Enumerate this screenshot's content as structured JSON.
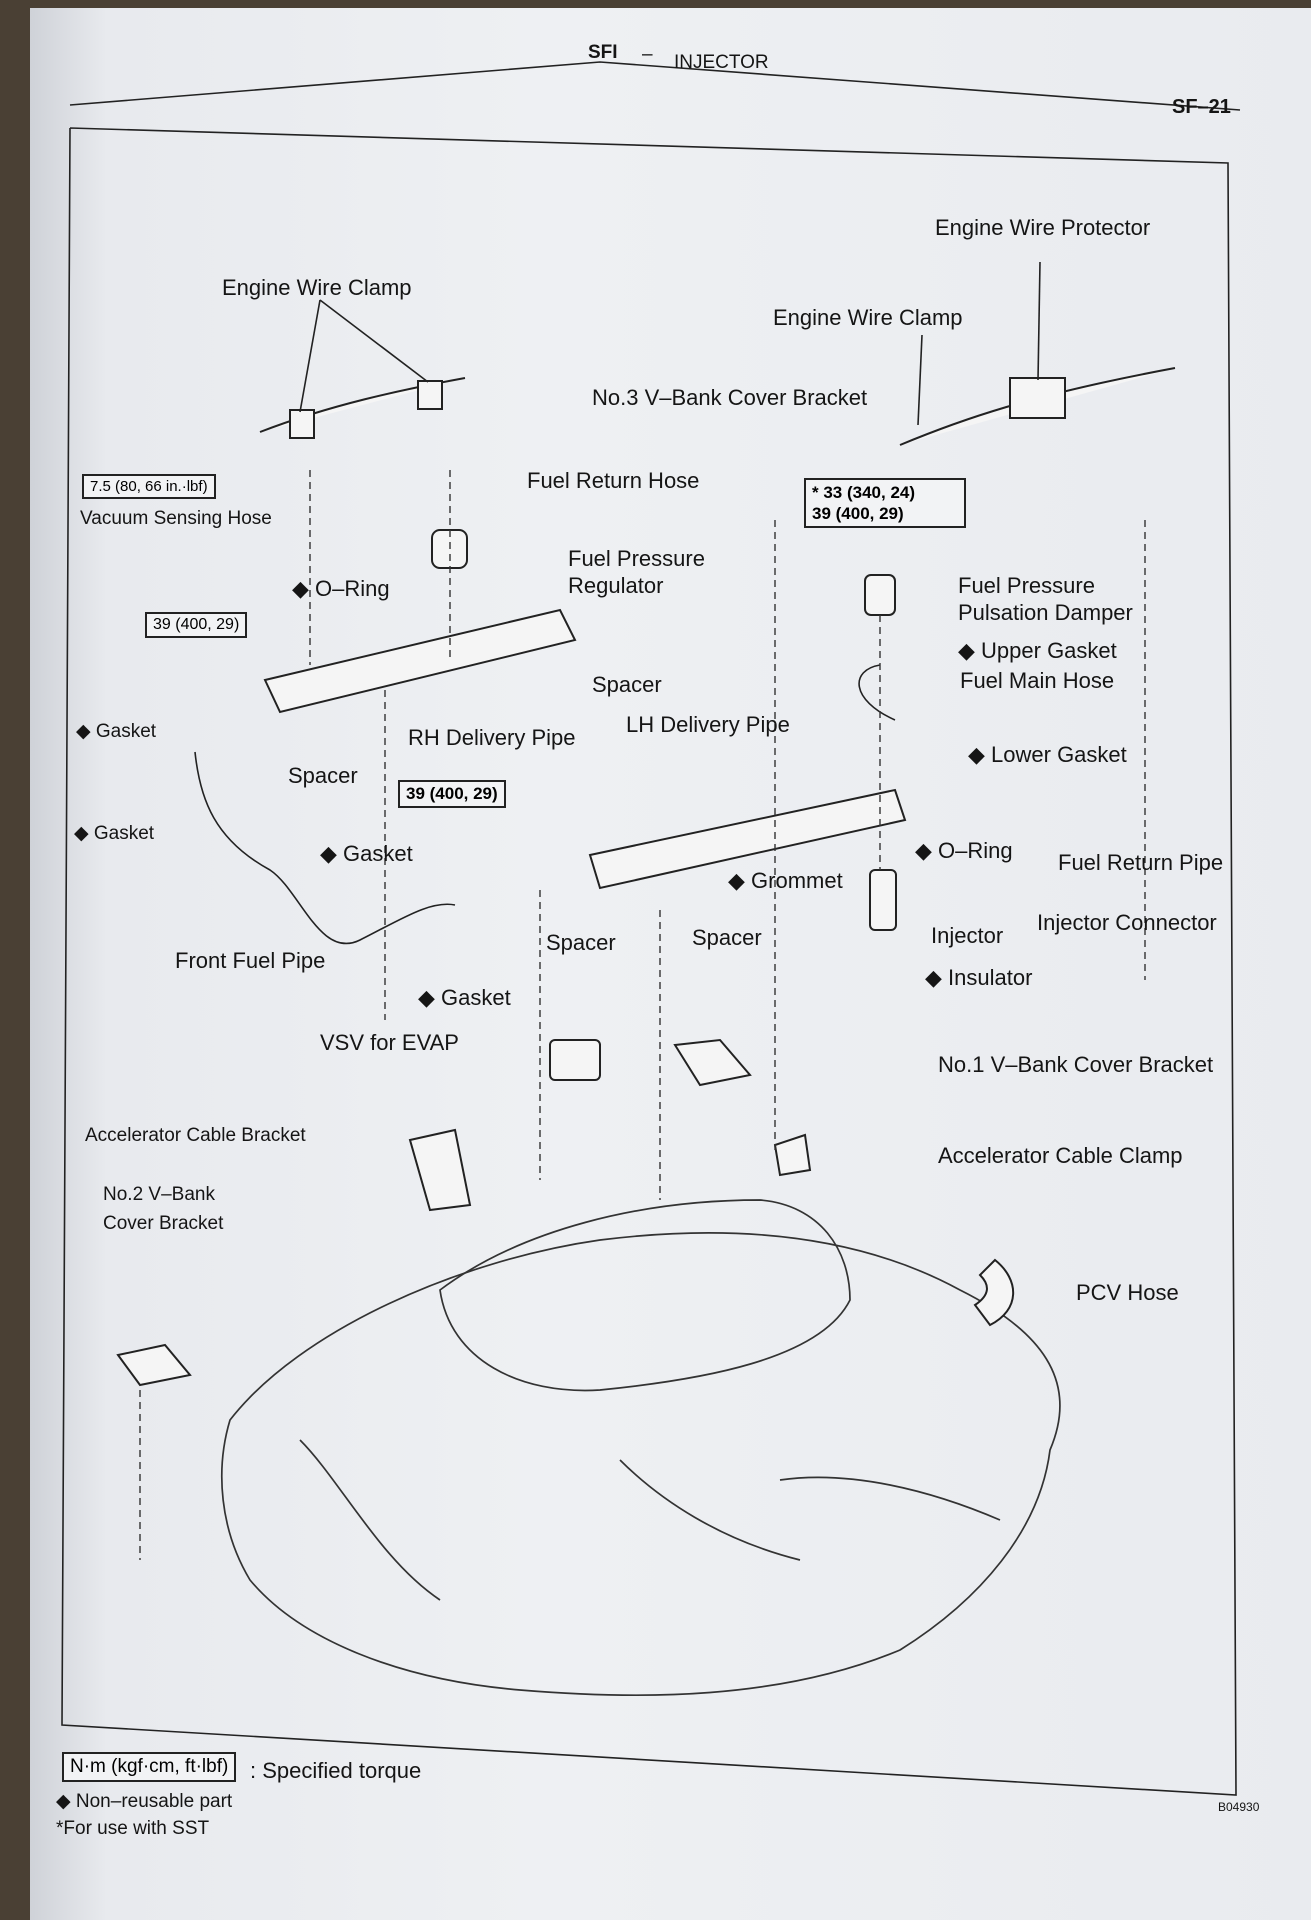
{
  "header": {
    "section": "SFI",
    "separator": "–",
    "topic": "INJECTOR",
    "page_number": "SF–21"
  },
  "labels": {
    "engine_wire_protector": "Engine Wire Protector",
    "engine_wire_clamp_left": "Engine Wire Clamp",
    "engine_wire_clamp_right": "Engine Wire Clamp",
    "no3_vbank_cover_bracket": "No.3 V–Bank Cover Bracket",
    "fuel_return_hose": "Fuel Return Hose",
    "vacuum_sensing_hose": "Vacuum Sensing Hose",
    "fuel_pressure_regulator": "Fuel Pressure\nRegulator",
    "o_ring_upper": "◆ O–Ring",
    "fuel_pressure_pulsation_damper": "Fuel Pressure\nPulsation Damper",
    "upper_gasket": "◆ Upper Gasket",
    "fuel_main_hose": "Fuel Main Hose",
    "spacer_upper": "Spacer",
    "lh_delivery_pipe": "LH Delivery Pipe",
    "rh_delivery_pipe": "RH Delivery Pipe",
    "gasket_left_1": "◆ Gasket",
    "spacer_left": "Spacer",
    "lower_gasket": "◆ Lower Gasket",
    "gasket_left_2": "◆ Gasket",
    "gasket_mid": "◆ Gasket",
    "o_ring_lower": "◆ O–Ring",
    "fuel_return_pipe": "Fuel Return Pipe",
    "grommet": "◆ Grommet",
    "injector_connector": "Injector Connector",
    "front_fuel_pipe": "Front Fuel Pipe",
    "spacer_lower_1": "Spacer",
    "spacer_lower_2": "Spacer",
    "injector": "Injector",
    "insulator": "◆ Insulator",
    "gasket_lower": "◆ Gasket",
    "vsv_for_evap": "VSV for EVAP",
    "no1_vbank_cover_bracket": "No.1 V–Bank Cover Bracket",
    "accelerator_cable_bracket": "Accelerator Cable Bracket",
    "accelerator_cable_clamp": "Accelerator Cable Clamp",
    "no2_vbank_cover_bracket": "No.2 V–Bank\nCover Bracket",
    "pcv_hose": "PCV Hose"
  },
  "torque_specs": {
    "vacuum_bolt": "7.5 (80, 66 in.·lbf)",
    "damper_line1": "* 33 (340, 24)",
    "damper_line2": "39 (400, 29)",
    "rh_pipe_bolt": "39 (400, 29)",
    "front_pipe_bolt": "39 (400, 29)"
  },
  "legend": {
    "unit_box": "N·m (kgf·cm, ft·lbf)",
    "unit_desc": ": Specified torque",
    "non_reusable": "◆ Non–reusable part",
    "sst": "*For use with SST"
  },
  "figure_code": "B04930"
}
